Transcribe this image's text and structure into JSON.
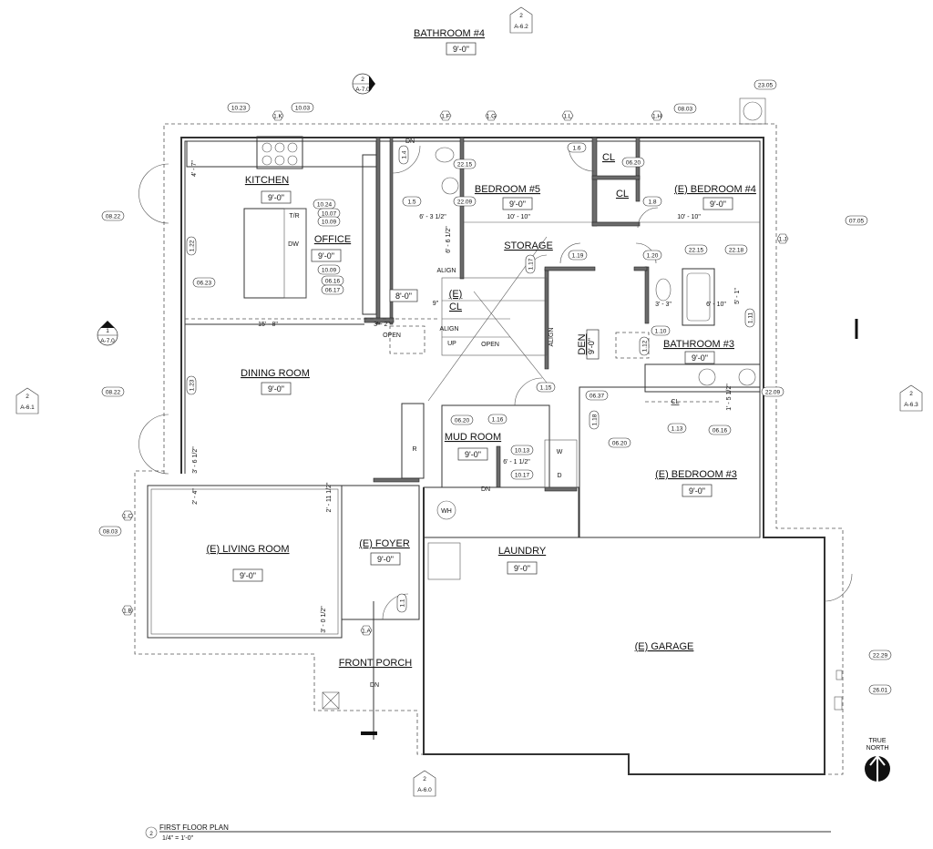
{
  "title": {
    "number": "2",
    "name": "FIRST FLOOR PLAN",
    "scale": "1/4\" = 1'-0\""
  },
  "north": {
    "line1": "TRUE",
    "line2": "NORTH"
  },
  "rooms": [
    {
      "name": "KITCHEN",
      "height": "9'-0\""
    },
    {
      "name": "OFFICE",
      "height": "9'-0\""
    },
    {
      "name": "BATHROOM #4",
      "height": "9'-0\""
    },
    {
      "name": "BEDROOM #5",
      "height": "9'-0\""
    },
    {
      "name": "(E) BEDROOM #4",
      "height": "9'-0\""
    },
    {
      "name": "STORAGE"
    },
    {
      "name": "DEN",
      "height": "9'-0\""
    },
    {
      "name": "BATHROOM #3",
      "height": "9'-0\""
    },
    {
      "name": "DINING ROOM",
      "height": "9'-0\""
    },
    {
      "name": "MUD ROOM",
      "height": "9'-0\""
    },
    {
      "name": "(E) BEDROOM #3",
      "height": "9'-0\""
    },
    {
      "name": "(E) LIVING ROOM",
      "height": "9'-0\""
    },
    {
      "name": "(E) FOYER",
      "height": "9'-0\""
    },
    {
      "name": "LAUNDRY",
      "height": "9'-0\""
    },
    {
      "name": "FRONT PORCH"
    },
    {
      "name": "(E) GARAGE"
    },
    {
      "name": "CL"
    },
    {
      "name": "CL"
    },
    {
      "name": "(E)",
      "sub": "CL"
    },
    {
      "name": "CL"
    }
  ],
  "office_height_tag": "8'-0\"",
  "callouts": [
    "10.23",
    "10.03",
    "08.03",
    "23.05",
    "22.15",
    "22.09",
    "06.20",
    "10.24",
    "10.07",
    "10.09",
    "06.23",
    "10.09",
    "06.16",
    "06.17",
    "08.22",
    "08.22",
    "07.05",
    "22.15",
    "22.18",
    "22.09",
    "06.37",
    "06.20",
    "06.16",
    "06.20",
    "10.13",
    "10.17",
    "08.03",
    "22.29",
    "26.01"
  ],
  "door_tags": [
    "1.4",
    "1.5",
    "1.6",
    "1.8",
    "1.19",
    "1.20",
    "1.17",
    "1.22",
    "1.23",
    "1.10",
    "1.12",
    "1.11",
    "1.15",
    "1.16",
    "1.18",
    "1.13",
    "1.1"
  ],
  "window_tags": [
    "1.K",
    "1.F",
    "1.G",
    "1.L",
    "1.H",
    "1.J",
    "1.C",
    "1.B",
    "1.A"
  ],
  "dimensions": [
    "4' - 7\"",
    "6' - 3 1/2\"",
    "6' - 6 1/2\"",
    "10' - 10\"",
    "10' - 10\"",
    "15' - 8\"",
    "3' - 2\"",
    "9\"",
    "3' - 3\"",
    "6' - 10\"",
    "5' - 1\"",
    "6' - 1 1/2\"",
    "1' - 5 1/2\"",
    "3' - 6 1/2\"",
    "2' - 4\"",
    "2' - 11 1/2\"",
    "3' - 0 1/2\""
  ],
  "notes": [
    "DN",
    "ALIGN",
    "ALIGN",
    "ALIGN",
    "OPEN",
    "OPEN",
    "UP",
    "DN",
    "DN",
    "WH",
    "R",
    "W",
    "D",
    "T/R",
    "DW"
  ],
  "sections": [
    {
      "sheet": "A-7.0",
      "num": "2"
    },
    {
      "sheet": "A-7.0",
      "num": "1"
    },
    {
      "sheet": "A-6.2",
      "num": "2"
    },
    {
      "sheet": "A-6.1",
      "num": "2"
    },
    {
      "sheet": "A-6.3",
      "num": "2"
    },
    {
      "sheet": "A-6.0",
      "num": "2"
    }
  ]
}
